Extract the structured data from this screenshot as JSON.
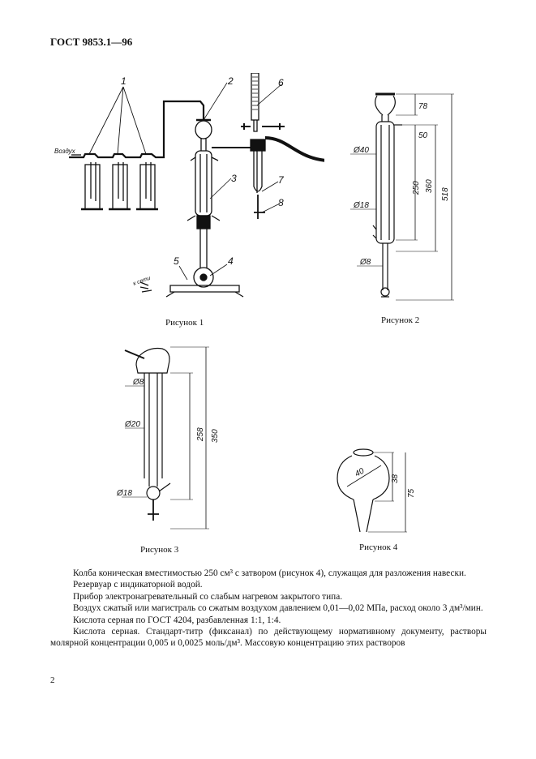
{
  "header": "ГОСТ 9853.1—96",
  "figures": [
    {
      "caption": "Рисунок 1",
      "labels": [
        "1",
        "2",
        "3",
        "4",
        "5",
        "6",
        "7",
        "8"
      ],
      "inlet_label": "Воздух",
      "plate_label": "к сети"
    },
    {
      "caption": "Рисунок 2",
      "dims": [
        "78",
        "50",
        "250",
        "360",
        "518",
        "Ø40",
        "Ø18",
        "Ø8"
      ]
    },
    {
      "caption": "Рисунок 3",
      "dims": [
        "Ø8",
        "Ø20",
        "Ø18",
        "258",
        "350"
      ]
    },
    {
      "caption": "Рисунок 4",
      "dims": [
        "40",
        "38",
        "75"
      ]
    }
  ],
  "paragraphs": [
    "Колба коническая вместимостью 250 см³ с затвором (рисунок 4), служащая для разложения навески.",
    "Резервуар с индикаторной водой.",
    "Прибор электронагревательный со слабым нагревом закрытого типа.",
    "Воздух сжатый или магистраль со сжатым воздухом давлением 0,01—0,02 МПа, расход около 3 дм³/мин.",
    "Кислота серная по ГОСТ 4204, разбавленная 1:1, 1:4.",
    "Кислота серная. Стандарт-титр (фиксанал) по действующему нормативному документу, растворы молярной концентрации  0,005 и 0,0025 моль/дм³. Массовую концентрацию этих растворов"
  ],
  "page_number": "2"
}
